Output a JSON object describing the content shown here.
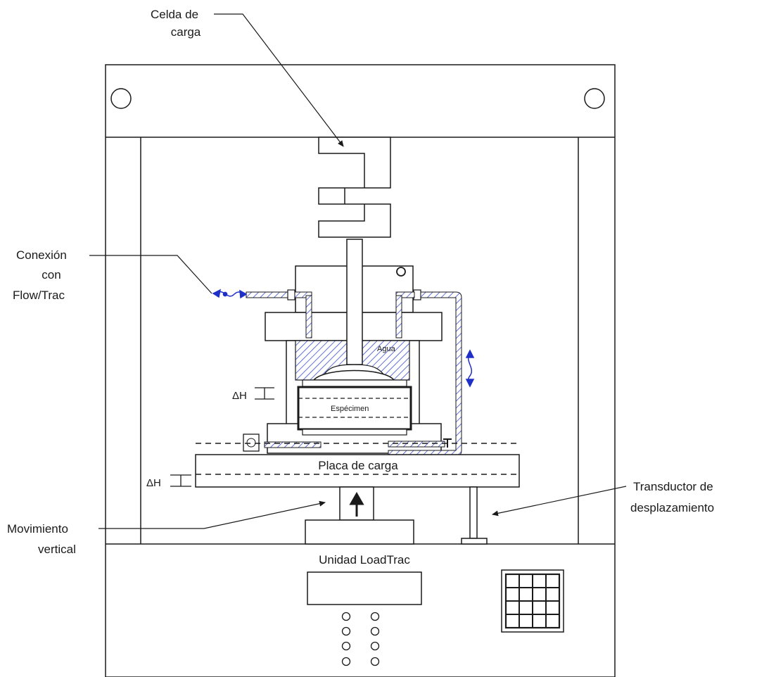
{
  "labels": {
    "load_cell_1": "Celda de",
    "load_cell_2": "carga",
    "connection_1": "Conexión",
    "connection_2": "con",
    "connection_3": "Flow/Trac",
    "water": "Agua",
    "delta_h_top": "ΔH",
    "specimen": "Espécimen",
    "load_plate": "Placa de carga",
    "delta_h_bottom": "ΔH",
    "transducer_1": "Transductor de",
    "transducer_2": "desplazamiento",
    "movement_1": "Movimiento",
    "movement_2": "vertical",
    "unit": "Unidad LoadTrac"
  },
  "colors": {
    "line": "#1a1a1a",
    "hatch": "#3b4fd0",
    "flow_arrow": "#1f2fc8",
    "background": "#ffffff"
  }
}
